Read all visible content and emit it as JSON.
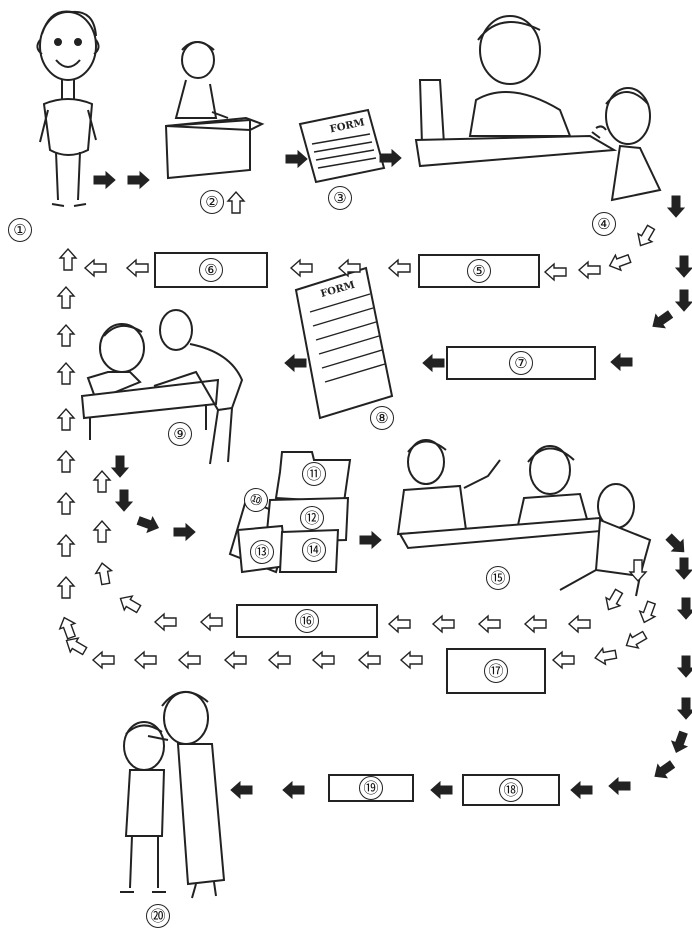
{
  "labels": {
    "s1": "①",
    "s2": "②",
    "s3": "③",
    "s4": "④",
    "s5": "⑤",
    "s6": "⑥",
    "s7": "⑦",
    "s8": "⑧",
    "s9": "⑨",
    "s10": "⑩",
    "s11": "⑪",
    "s12": "⑫",
    "s13": "⑬",
    "s14": "⑭",
    "s15": "⑮",
    "s16": "⑯",
    "s17": "⑰",
    "s18": "⑱",
    "s19": "⑲",
    "s20": "⑳"
  },
  "form_text": "FORM"
}
